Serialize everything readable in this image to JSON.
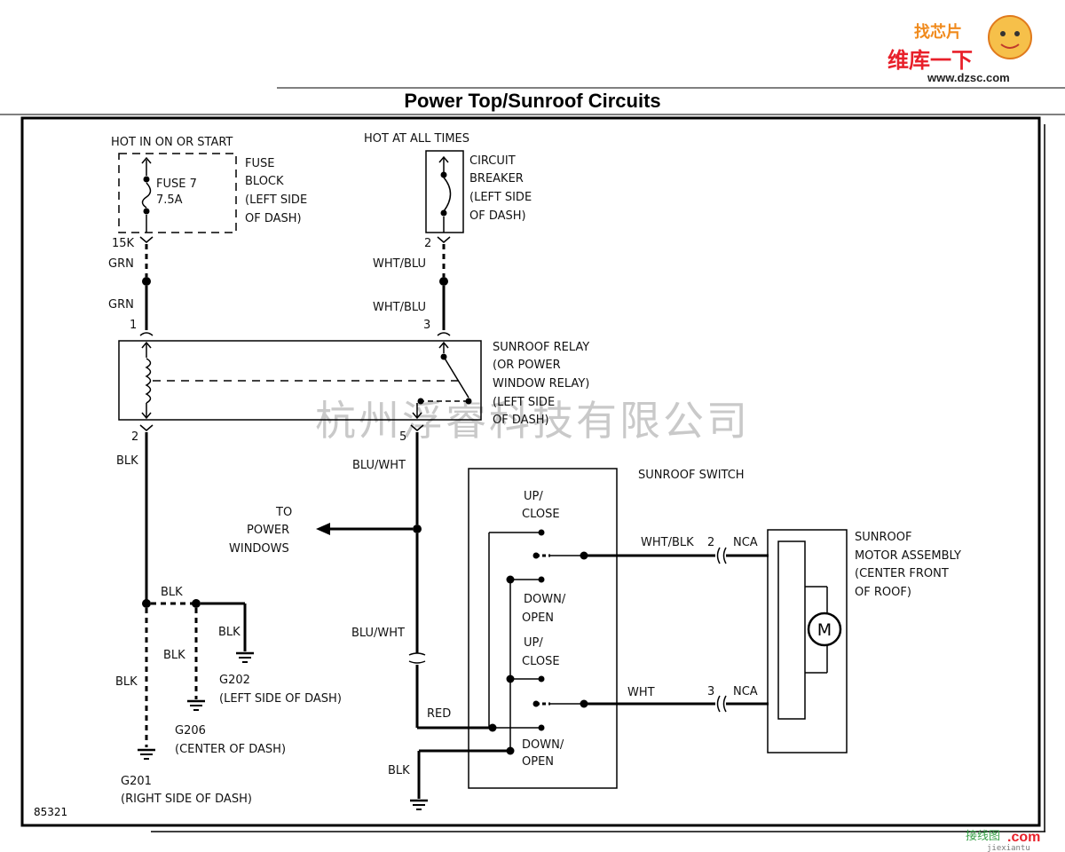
{
  "title": "Power Top/Sunroof Circuits",
  "watermark": "杭州浮睿科技有限公司",
  "logo": {
    "line1": "找芯片",
    "line2": "维库一下",
    "url": "www.dzsc.com"
  },
  "footer_logo": {
    "brand": "接线图",
    "domain": ".com",
    "sub": "jiexiantu"
  },
  "figure_number": "85321",
  "fuse_block": {
    "hot_label": "HOT IN ON OR START",
    "fuse_line1": "FUSE 7",
    "fuse_line2": "7.5A",
    "desc": [
      "FUSE",
      "BLOCK",
      "(LEFT SIDE",
      "OF DASH)"
    ],
    "pin": "15K",
    "wire_top": "GRN",
    "wire_bottom": "GRN"
  },
  "circuit_breaker": {
    "hot_label": "HOT AT ALL TIMES",
    "desc": [
      "CIRCUIT",
      "BREAKER",
      "(LEFT SIDE",
      "OF DASH)"
    ],
    "pin": "2",
    "wire_top": "WHT/BLU",
    "wire_bottom": "WHT/BLU"
  },
  "relay": {
    "desc": [
      "SUNROOF RELAY",
      "(OR POWER",
      "WINDOW RELAY)",
      "(LEFT SIDE",
      "OF DASH)"
    ],
    "pin_in_left": "1",
    "pin_in_right": "3",
    "pin_out_left": "2",
    "pin_out_right": "5"
  },
  "wires": {
    "blk_main": "BLK",
    "blk_branch": "BLK",
    "blk_g206": "BLK",
    "blk_g202": "BLK",
    "blk_g201": "BLK",
    "blu_wht_top": "BLU/WHT",
    "blu_wht_bottom": "BLU/WHT",
    "red": "RED",
    "blk_switch": "BLK",
    "wht_blk": "WHT/BLK",
    "wht": "WHT"
  },
  "to_power_windows": [
    "TO",
    "POWER",
    "WINDOWS"
  ],
  "grounds": {
    "g202": [
      "G202",
      "(LEFT SIDE OF DASH)"
    ],
    "g206": [
      "G206",
      "(CENTER OF DASH)"
    ],
    "g201": [
      "G201",
      "(RIGHT SIDE OF DASH)"
    ]
  },
  "switch": {
    "title": "SUNROOF SWITCH",
    "up_close_1": [
      "UP/",
      "CLOSE"
    ],
    "down_open_1": [
      "DOWN/",
      "OPEN"
    ],
    "up_close_2": [
      "UP/",
      "CLOSE"
    ],
    "down_open_2": [
      "DOWN/",
      "OPEN"
    ]
  },
  "motor": {
    "desc": [
      "SUNROOF",
      "MOTOR ASSEMBLY",
      "(CENTER FRONT",
      "OF ROOF)"
    ],
    "symbol": "M",
    "pin_top": "2",
    "conn_top": "NCA",
    "pin_bottom": "3",
    "conn_bottom": "NCA"
  }
}
